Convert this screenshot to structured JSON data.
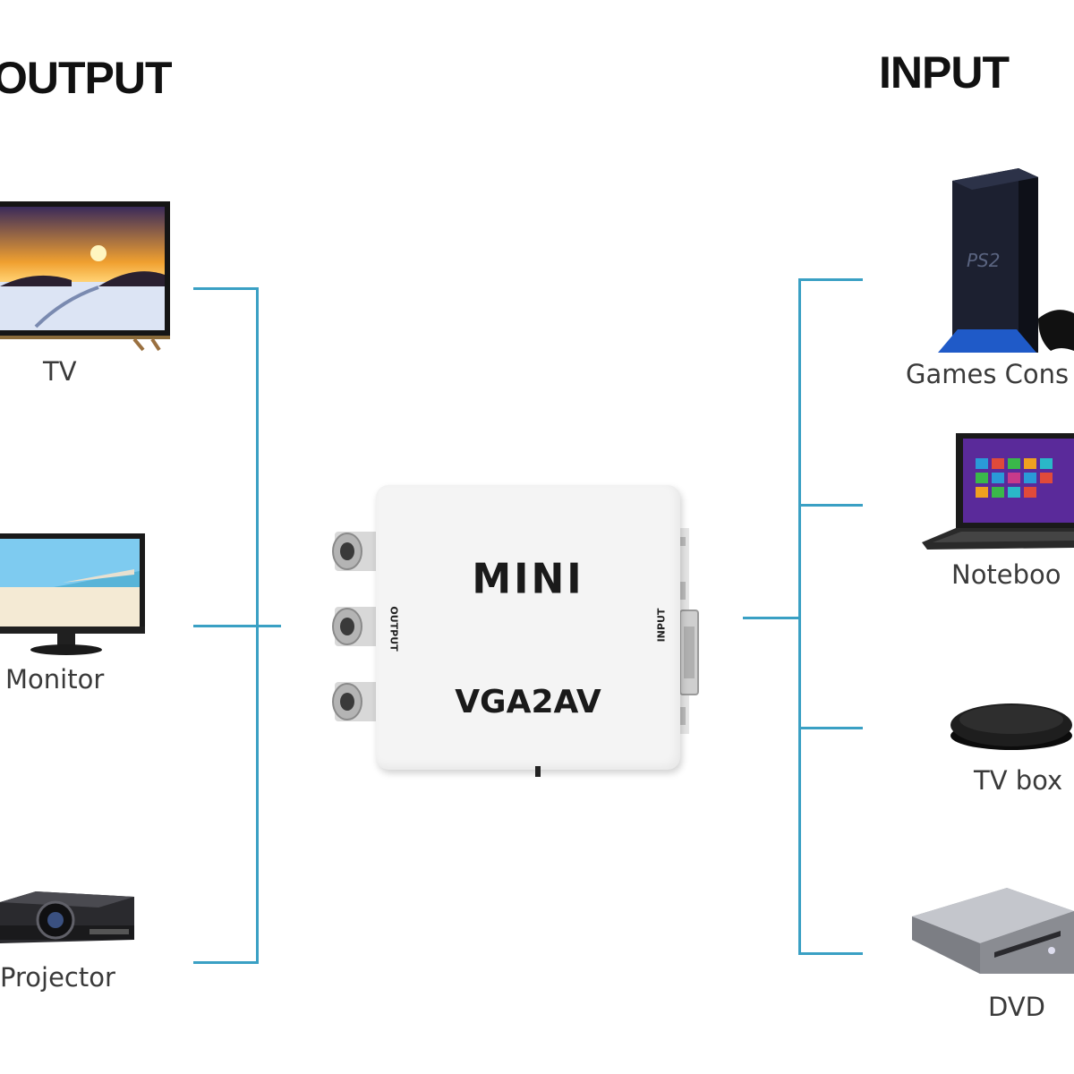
{
  "headings": {
    "output": "OUTPUT",
    "input": "INPUT"
  },
  "outputs": [
    {
      "label": "TV",
      "icon": "tv-icon"
    },
    {
      "label": "Monitor",
      "icon": "monitor-icon"
    },
    {
      "label": "Projector",
      "icon": "projector-icon"
    }
  ],
  "inputs": [
    {
      "label": "Games Cons",
      "icon": "game-console-icon"
    },
    {
      "label": "Noteboo",
      "icon": "notebook-icon"
    },
    {
      "label": "TV box",
      "icon": "tv-box-icon"
    },
    {
      "label": "DVD",
      "icon": "dvd-player-icon"
    }
  ],
  "converter": {
    "brand": "MINI",
    "model": "VGA2AV",
    "port_output": "OUTPUT",
    "port_input": "INPUT"
  },
  "colors": {
    "connector": "#3aa0c4",
    "device_body": "#f4f4f4"
  }
}
